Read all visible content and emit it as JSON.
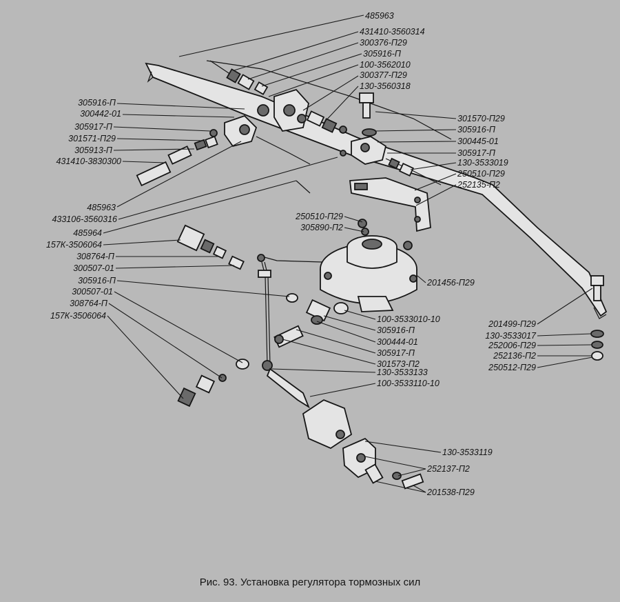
{
  "caption": "Рис. 93. Установка регулятора тормозных сил",
  "labels": [
    "485963",
    "431410-3560314",
    "300376-П29",
    "305916-П",
    "100-3562010",
    "300377-П29",
    "130-3560318",
    "305916-П",
    "300442-01",
    "305917-П",
    "301571-П29",
    "305913-П",
    "431410-3830300",
    "301570-П29",
    "305916-П",
    "300445-01",
    "305917-П",
    "130-3533019",
    "250510-П29",
    "252135-П2",
    "485963",
    "433106-3560316",
    "485964",
    "157К-3506064",
    "308764-П",
    "300507-01",
    "250510-П29",
    "305890-П2",
    "201456-П29",
    "305916-П",
    "300507-01",
    "308764-П",
    "157К-3506064",
    "100-3533010-10",
    "305916-П",
    "300444-01",
    "305917-П",
    "301573-П2",
    "130-3533133",
    "100-3533110-10",
    "201499-П29",
    "130-3533017",
    "252006-П29",
    "252136-П2",
    "250512-П29",
    "130-3533119",
    "252137-П2",
    "201538-П29"
  ]
}
